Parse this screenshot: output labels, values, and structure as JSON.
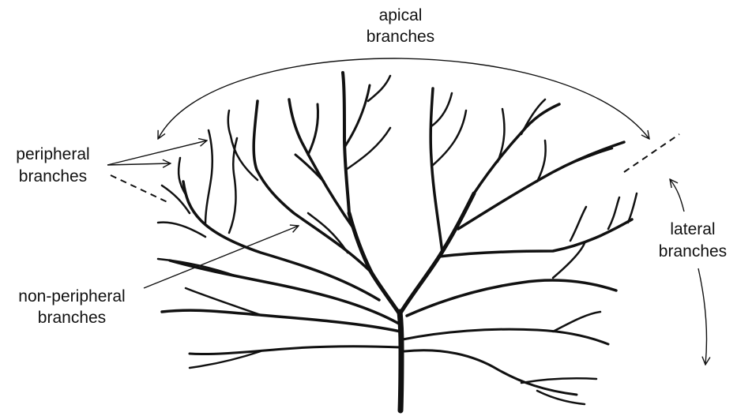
{
  "labels": {
    "apical_line1": "apical",
    "apical_line2": "branches",
    "peripheral_line1": "peripheral",
    "peripheral_line2": "branches",
    "lateral_line1": "lateral",
    "lateral_line2": "branches",
    "nonperipheral_line1": "non-peripheral",
    "nonperipheral_line2": "branches"
  },
  "colors": {
    "ink": "#111111",
    "background": "#ffffff"
  }
}
